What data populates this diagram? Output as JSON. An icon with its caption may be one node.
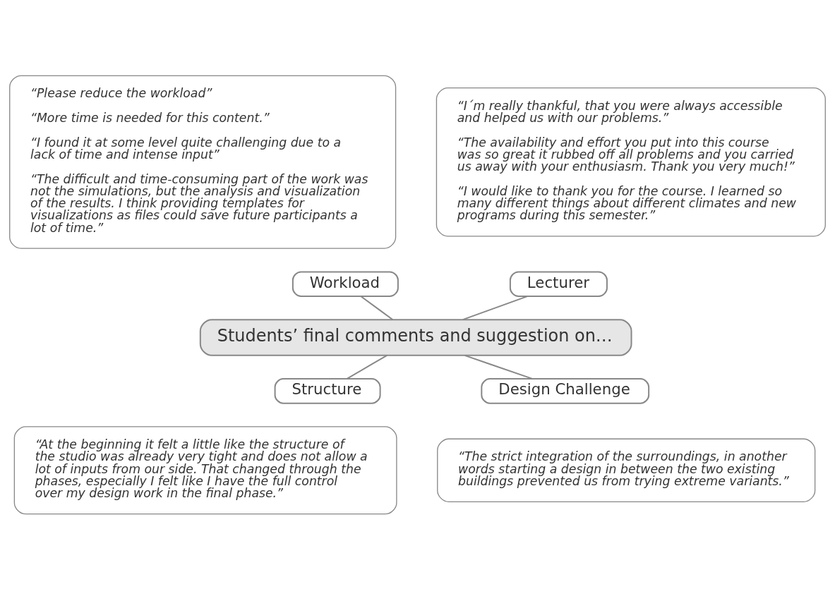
{
  "diagram": {
    "nodes": [
      {
        "text": [
          "“Please reduce the workload”",
          "“More time is needed for this content.”",
          "“I found it at some level quite challenging due to a lack of time and intense input”",
          "“The difficult and time-consuming part of the work was not the simulations, but the analysis and visualization of the results. I think providing templates for visualizations as files could save future participants a lot of time.”"
        ]
      },
      {
        "text": [
          "“I´m really thankful, that you were always accessible and helped us with our problems.”",
          "“The availability and effort you put into this course was so great it rubbed off all problems and you carried us away with your enthusiasm. Thank you very much!”",
          "“I would like to thank you for the course. I learned so many different things about different climates and new programs during this semester.”"
        ]
      },
      {
        "text": [
          "Workload"
        ]
      },
      {
        "text": [
          "Lecturer"
        ]
      },
      {
        "text": [
          "Students’ final comments and suggestion on…"
        ]
      },
      {
        "text": [
          "Structure"
        ]
      },
      {
        "text": [
          "Design Challenge"
        ]
      },
      {
        "text": [
          "“At the beginning it felt a little like the structure of the studio was already very tight and does not allow a lot of inputs from our side. That changed through the phases, especially I felt like I have the full control over my design work in the final phase.”"
        ]
      },
      {
        "text": [
          "“The strict integration of the surroundings, in another words starting a design in between the two existing buildings prevented us from trying extreme variants.”"
        ]
      }
    ],
    "edges": [
      {
        "from": 2,
        "to": 4,
        "arrow": "none"
      },
      {
        "from": 3,
        "to": 4,
        "arrow": "none"
      },
      {
        "from": 4,
        "to": 5,
        "arrow": "none"
      },
      {
        "from": 4,
        "to": 6,
        "arrow": "none"
      }
    ]
  }
}
